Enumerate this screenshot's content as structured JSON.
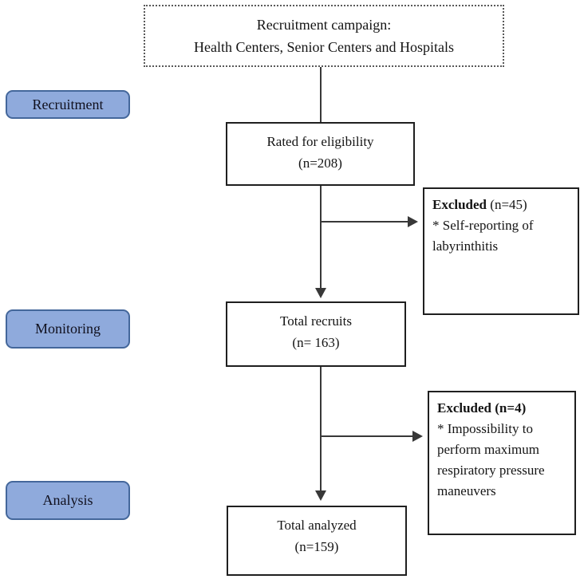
{
  "colors": {
    "stage_fill": "#8FAADC",
    "stage_border": "#44679B",
    "box_border": "#1F1F1F",
    "line": "#383838",
    "bg": "#FFFFFF"
  },
  "title_box": {
    "line1": "Recruitment campaign:",
    "line2": "Health Centers, Senior Centers and Hospitals"
  },
  "stages": [
    {
      "label": "Recruitment"
    },
    {
      "label": "Monitoring"
    },
    {
      "label": "Analysis"
    }
  ],
  "flow": [
    {
      "label": "Rated for eligibility",
      "n": "(n=208)"
    },
    {
      "label": "Total recruits",
      "n": "(n= 163)"
    },
    {
      "label": "Total analyzed",
      "n": "(n=159)"
    }
  ],
  "excluded": [
    {
      "title_bold": "Excluded",
      "title_rest": " (n=45)",
      "body": "* Self-reporting of labyrinthitis"
    },
    {
      "title_bold": "Excluded (n=4)",
      "title_rest": "",
      "body": "* Impossibility to perform maximum respiratory pressure maneuvers"
    }
  ]
}
